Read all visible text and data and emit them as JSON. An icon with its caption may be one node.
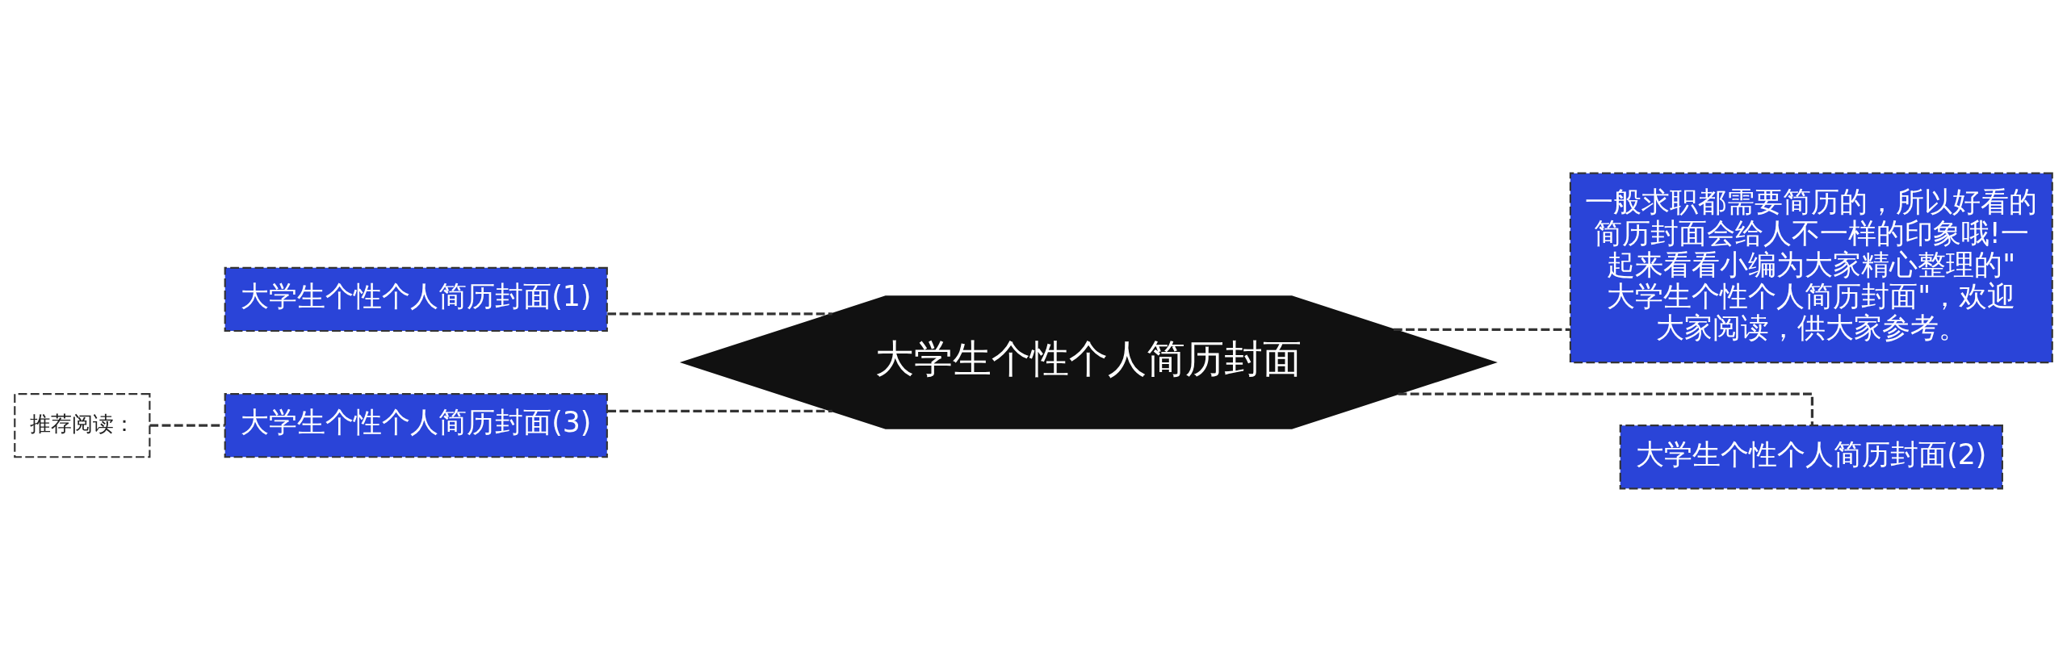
{
  "diagram": {
    "nodes": [
      {
        "text": [
          "大学生个性个人简历封面"
        ]
      },
      {
        "text": [
          "大学生个性个人简历封面(1)"
        ]
      },
      {
        "text": [
          "大学生个性个人简历封面(3)"
        ]
      },
      {
        "text": [
          "推荐阅读："
        ]
      },
      {
        "text": [
          "一般求职都需要简历的，所以好看的简历封面会给人不一样的印象哦!一起来看看小编为大家精心整理的\"大学生个性个人简历封面\"，欢迎大家阅读，供大家参考。"
        ]
      },
      {
        "text": [
          "大学生个性个人简历封面(2)"
        ]
      }
    ],
    "edges": [
      {
        "from": 0,
        "to": 1,
        "arrow": "none",
        "style": "dashed"
      },
      {
        "from": 0,
        "to": 2,
        "arrow": "none",
        "style": "dashed"
      },
      {
        "from": 2,
        "to": 3,
        "arrow": "none",
        "style": "dashed"
      },
      {
        "from": 0,
        "to": 4,
        "arrow": "none",
        "style": "dashed"
      },
      {
        "from": 0,
        "to": 5,
        "arrow": "none",
        "style": "dashed"
      }
    ]
  }
}
